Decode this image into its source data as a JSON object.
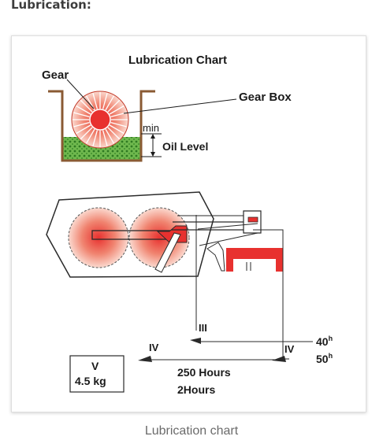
{
  "section_heading": "Lubrication:",
  "figure": {
    "title": "Lubrication Chart",
    "labels": {
      "gear": "Gear",
      "gear_box": "Gear Box",
      "min": "min",
      "oil_level": "Oil Level",
      "mark_iii": "III",
      "mark_iv_left": "IV",
      "mark_iv_right": "IV",
      "hours_40": "40",
      "hours_50": "50",
      "hours_suffix": "h",
      "roman_v": "V",
      "weight": "4.5 kg",
      "interval_1": "250 Hours",
      "interval_2": "2Hours"
    },
    "colors": {
      "lube_red": "#e8312f",
      "gear_glow": "#f5a38f",
      "oil_green": "#4e9a3a",
      "gearbox_brown": "#8a5a33"
    }
  },
  "caption": "Lubrication chart"
}
